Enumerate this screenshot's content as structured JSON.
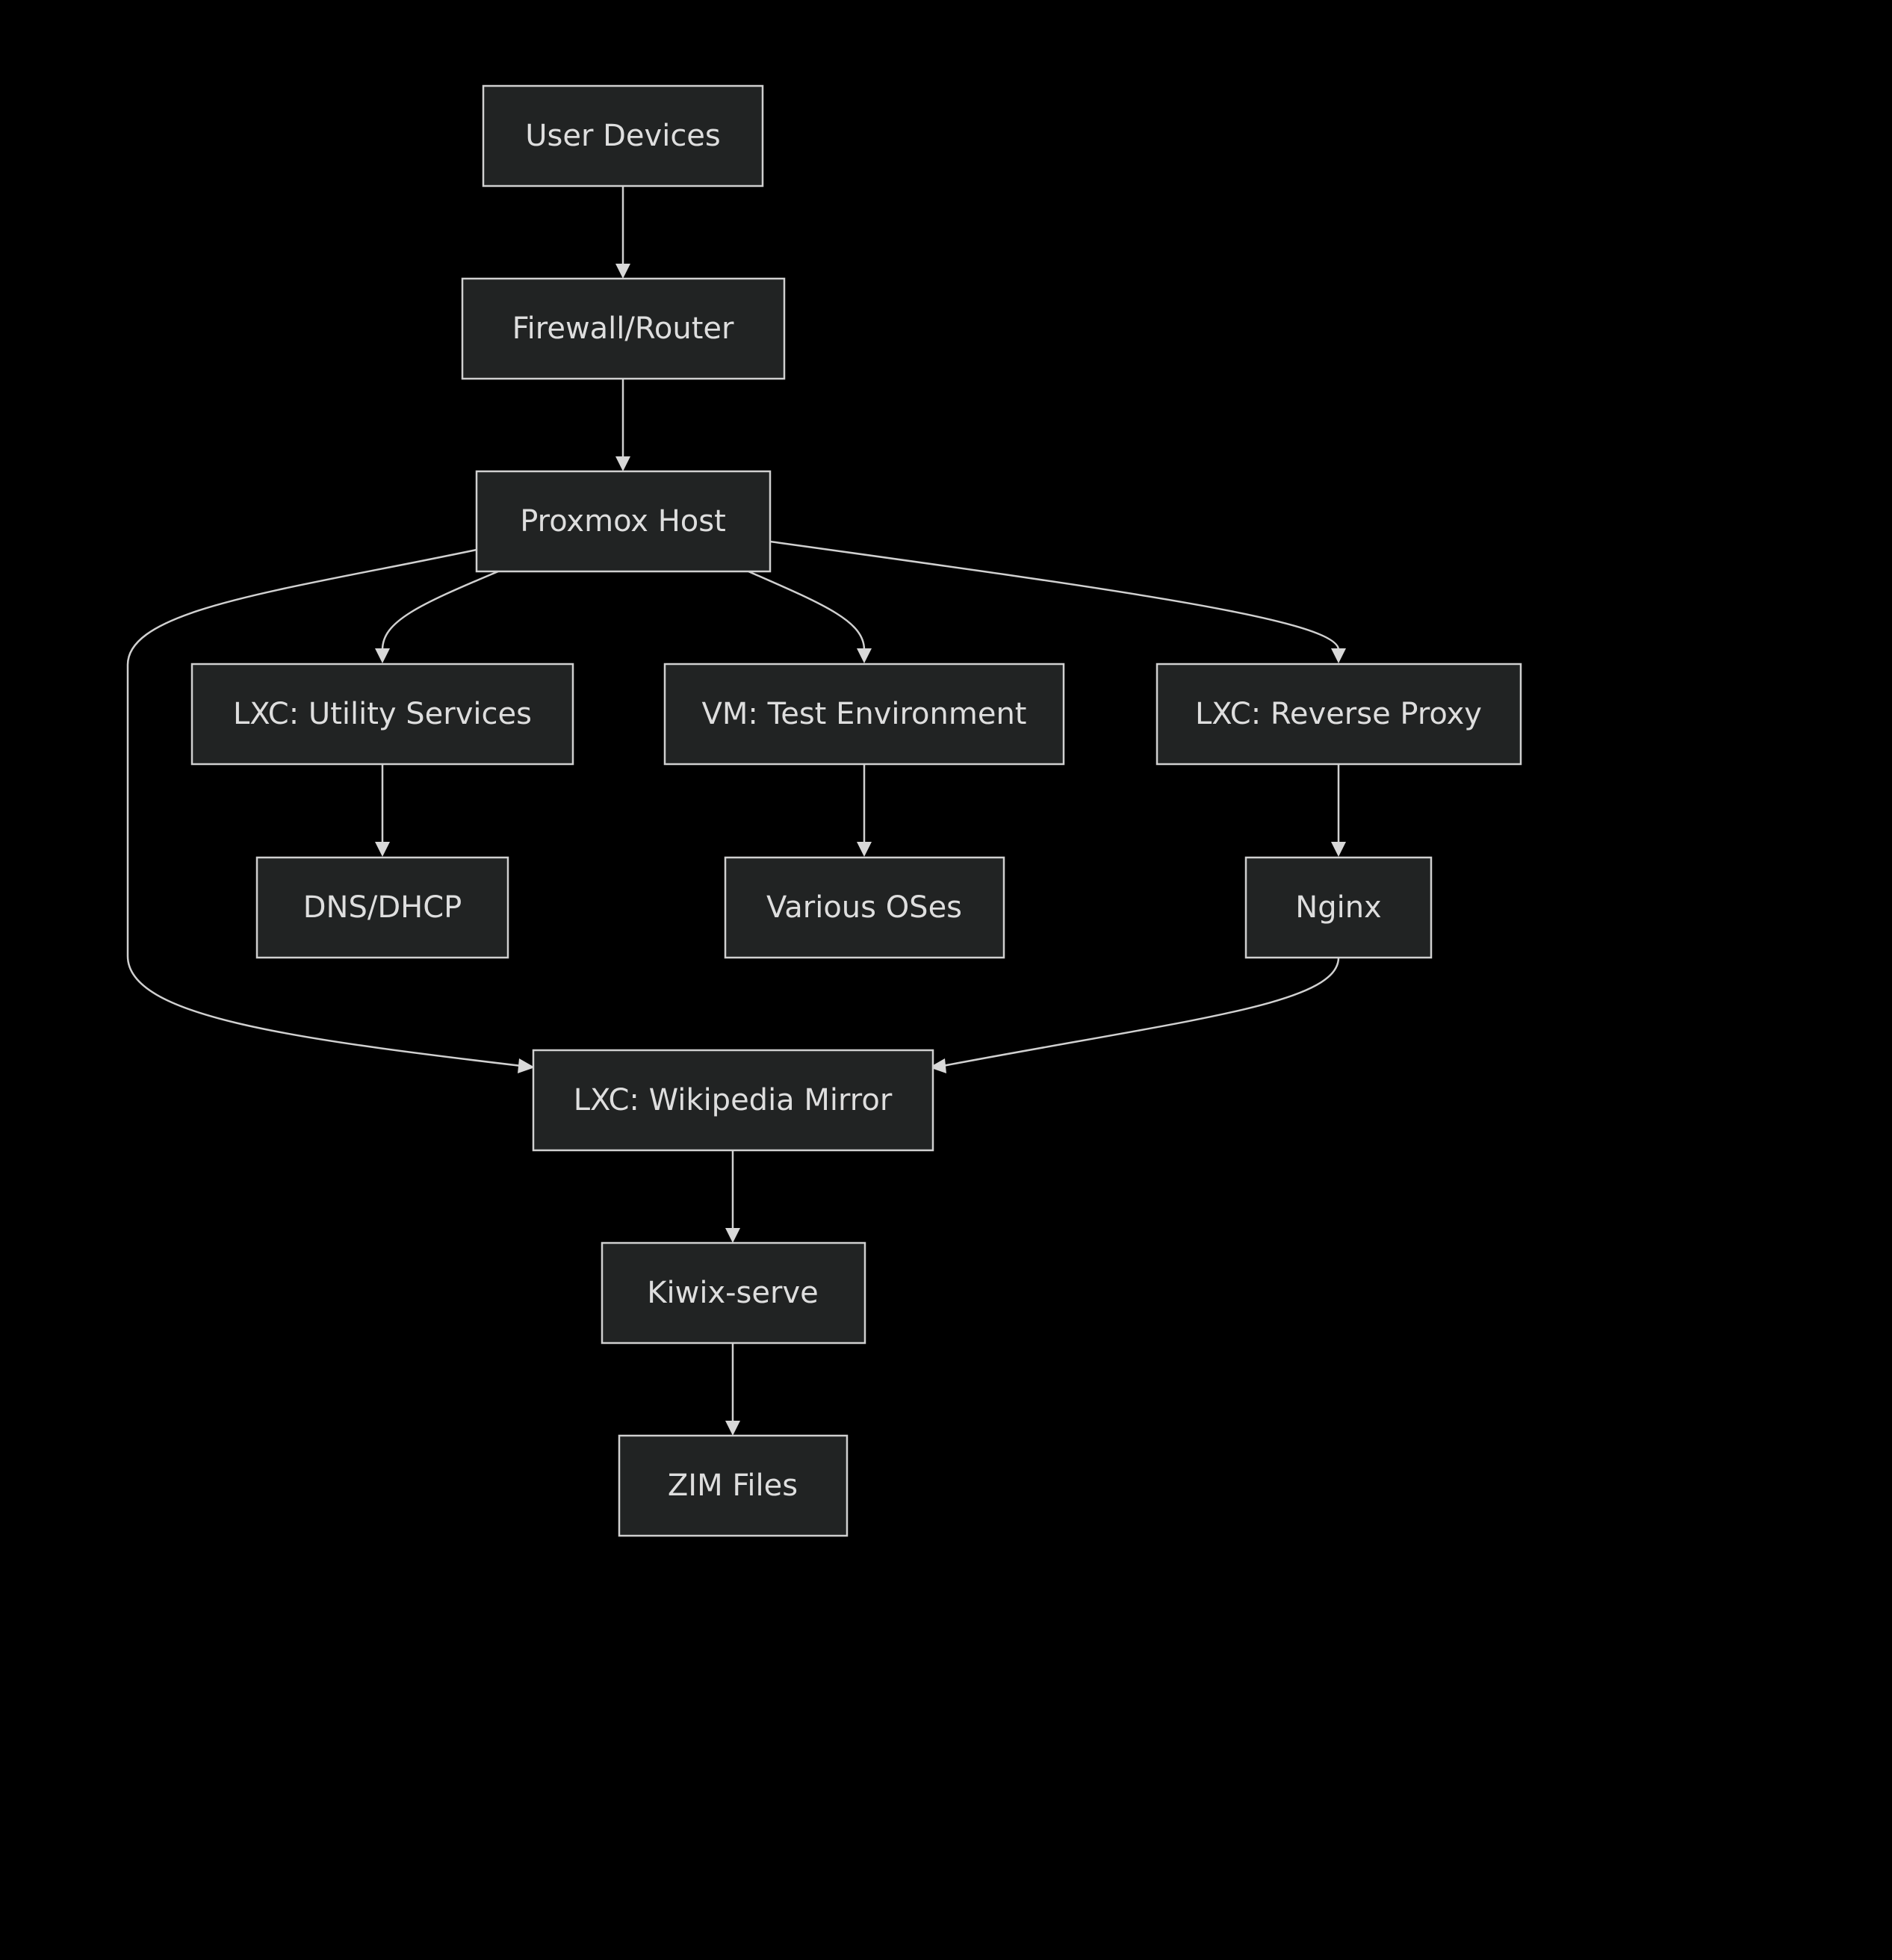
{
  "diagram": {
    "type": "flowchart",
    "direction": "top-down",
    "nodes": {
      "user_devices": "User Devices",
      "firewall_router": "Firewall/Router",
      "proxmox_host": "Proxmox Host",
      "lxc_utility_services": "LXC: Utility Services",
      "vm_test_environment": "VM: Test Environment",
      "lxc_reverse_proxy": "LXC: Reverse Proxy",
      "dns_dhcp": "DNS/DHCP",
      "various_oses": "Various OSes",
      "nginx": "Nginx",
      "lxc_wikipedia_mirror": "LXC: Wikipedia Mirror",
      "kiwix_serve": "Kiwix-serve",
      "zim_files": "ZIM Files"
    },
    "edges": [
      {
        "from": "user_devices",
        "to": "firewall_router"
      },
      {
        "from": "firewall_router",
        "to": "proxmox_host"
      },
      {
        "from": "proxmox_host",
        "to": "lxc_utility_services"
      },
      {
        "from": "proxmox_host",
        "to": "vm_test_environment"
      },
      {
        "from": "proxmox_host",
        "to": "lxc_reverse_proxy"
      },
      {
        "from": "proxmox_host",
        "to": "lxc_wikipedia_mirror"
      },
      {
        "from": "lxc_utility_services",
        "to": "dns_dhcp"
      },
      {
        "from": "vm_test_environment",
        "to": "various_oses"
      },
      {
        "from": "lxc_reverse_proxy",
        "to": "nginx"
      },
      {
        "from": "nginx",
        "to": "lxc_wikipedia_mirror"
      },
      {
        "from": "lxc_wikipedia_mirror",
        "to": "kiwix_serve"
      },
      {
        "from": "kiwix_serve",
        "to": "zim_files"
      }
    ]
  },
  "colors": {
    "background": "#000000",
    "node_fill": "#212323",
    "node_stroke": "#d0d0d0",
    "edge": "#d0d0d0",
    "text": "#dedede"
  }
}
